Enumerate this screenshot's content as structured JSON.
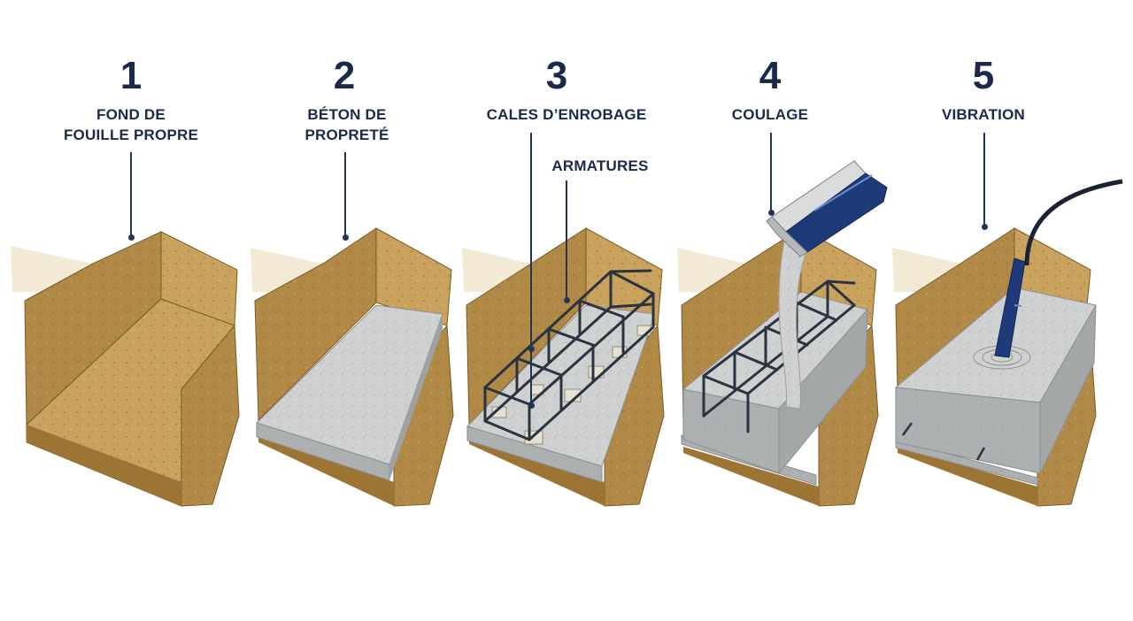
{
  "steps": [
    {
      "number": "1",
      "label_lines": [
        "FOND DE",
        "FOUILLE PROPRE"
      ],
      "icon": "clean-trench-bottom"
    },
    {
      "number": "2",
      "label_lines": [
        "BÉTON DE",
        "PROPRETÉ"
      ],
      "icon": "lean-concrete-slab"
    },
    {
      "number": "3",
      "label_lines": [
        "CALES D’ENROBAGE"
      ],
      "extra_label": "ARMATURES",
      "icon": "rebar-cage-on-spacers"
    },
    {
      "number": "4",
      "label_lines": [
        "COULAGE"
      ],
      "icon": "concrete-pouring-chute"
    },
    {
      "number": "5",
      "label_lines": [
        "VIBRATION"
      ],
      "icon": "poker-vibrator"
    }
  ],
  "colors": {
    "text": "#1b2a4a",
    "soil": "#c9a35d",
    "soil_dark": "#a57d3c",
    "concrete": "#c9cbcb",
    "concrete_dark": "#9fa2a3",
    "rebar": "#2a3340",
    "chute": "#1f3a78"
  }
}
